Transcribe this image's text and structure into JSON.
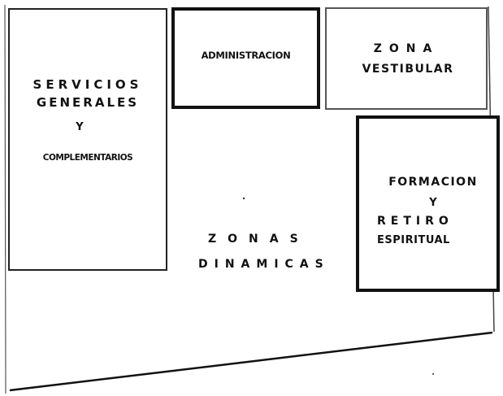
{
  "zones": {
    "servicios": {
      "line1": "SERVICIOS",
      "line2": "GENERALES",
      "line3": "Y",
      "line4": "COMPLEMENTARIOS"
    },
    "administracion": {
      "label": "ADMINISTRACION"
    },
    "vestibular": {
      "line1": "ZONA",
      "line2": "VESTIBULAR"
    },
    "formacion": {
      "line1": "FORMACION",
      "line2": "Y",
      "line3": "RETIRO",
      "line4": "ESPIRITUAL"
    },
    "dinamicas": {
      "line1": "ZONAS",
      "line2": "DINAMICAS"
    }
  }
}
